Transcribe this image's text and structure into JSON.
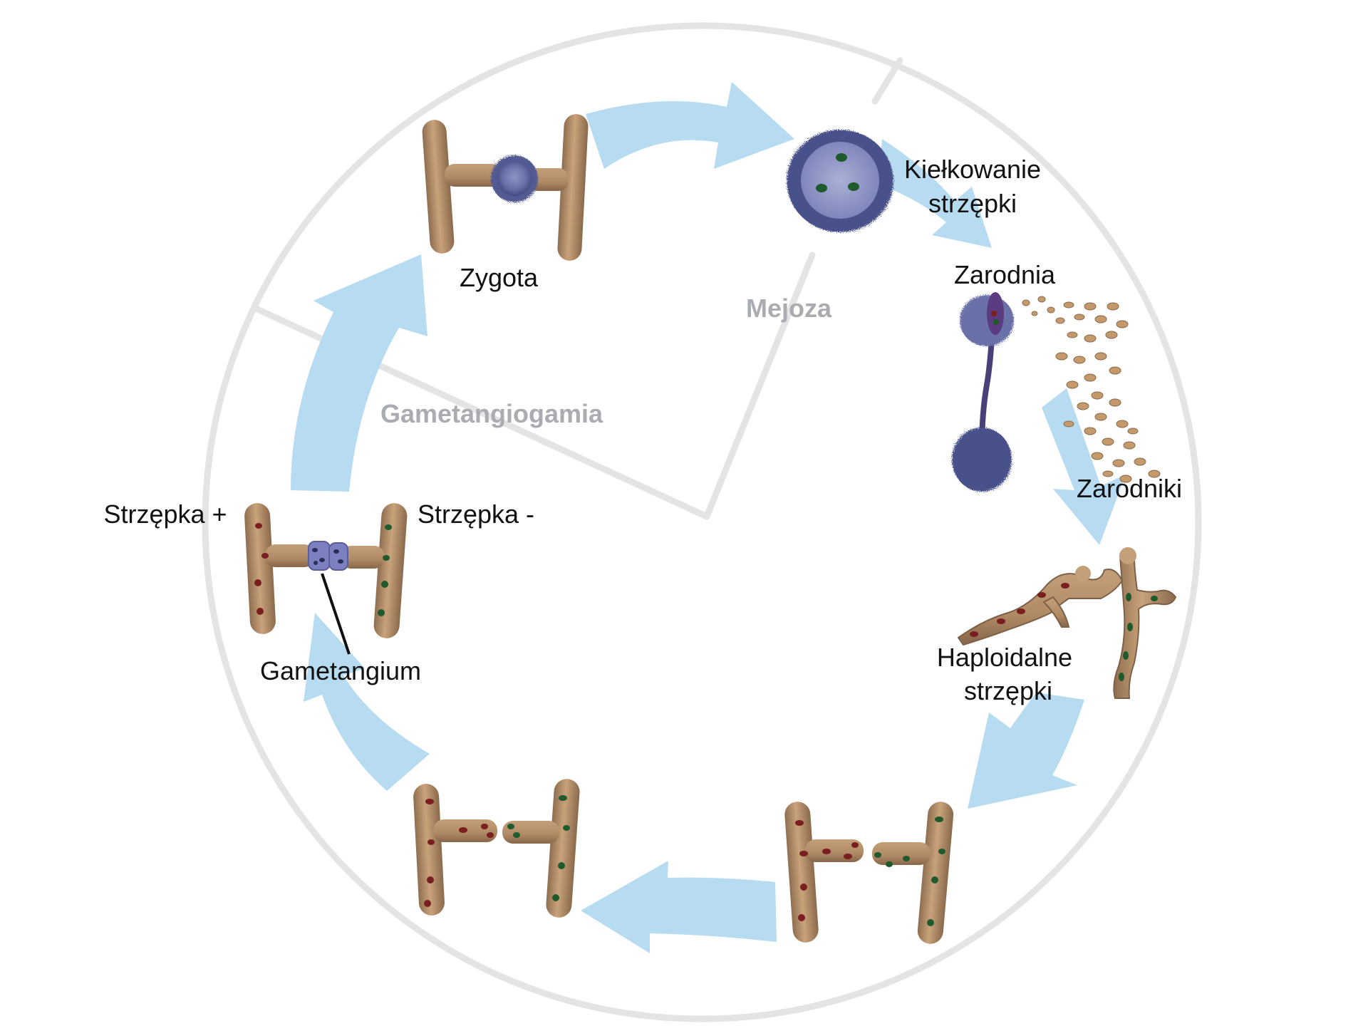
{
  "colors": {
    "ring": "#e4e4e6",
    "arrow": "#b7dcf2",
    "hypha": "#b38f6a",
    "hypha_dark": "#7d6048",
    "zygote": "#525a91",
    "zygote_light": "#8d94c4",
    "nucleus_plus": "#7a1f1f",
    "nucleus_minus": "#1f5a2c",
    "gametangium": "#7c80c0"
  },
  "labels": {
    "zygota": "Zygota",
    "kielkowanie_line1": "Kiełkowanie",
    "kielkowanie_line2": "strzępki",
    "zarodnia": "Zarodnia",
    "mejoza": "Mejoza",
    "gametangiogamia": "Gametangiogamia",
    "zarodniki": "Zarodniki",
    "strzepka_plus": "Strzępka +",
    "strzepka_minus": "Strzępka -",
    "gametangium": "Gametangium",
    "haploidalne_line1": "Haploidalne",
    "haploidalne_line2": "strzępki"
  }
}
